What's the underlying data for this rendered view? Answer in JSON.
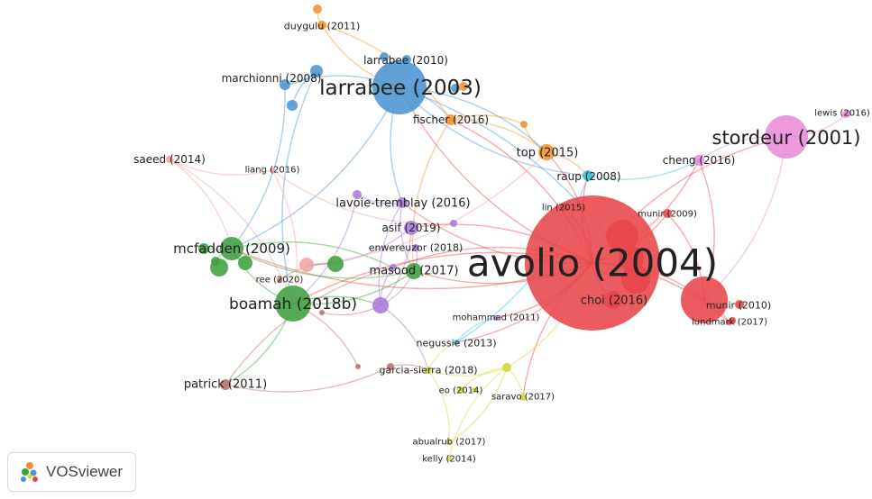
{
  "app": {
    "logo_text": "VOSviewer"
  },
  "clusters": {
    "red": "#e8454a",
    "blue": "#4a95d2",
    "green": "#3fa13f",
    "orange": "#f0922f",
    "purple": "#a77ad9",
    "pink": "#e98bd9",
    "cyan": "#3cc1df",
    "yellow": "#d4d63a",
    "brown": "#b8706a",
    "salmon": "#f0a3a0"
  },
  "nodes": [
    {
      "id": "avolio2004",
      "label": "avolio (2004)",
      "cluster": "red",
      "weight": 10
    },
    {
      "id": "choi2016",
      "label": "choi (2016)",
      "cluster": "red",
      "weight": 2
    },
    {
      "id": "munir2010",
      "label": "munir (2010)",
      "cluster": "red",
      "weight": 4
    },
    {
      "id": "munir2009",
      "label": "munir (2009)",
      "cluster": "red",
      "weight": 1
    },
    {
      "id": "lundmark2017",
      "label": "lundmark (2017)",
      "cluster": "red",
      "weight": 1
    },
    {
      "id": "lin2015",
      "label": "lin (2015)",
      "cluster": "red",
      "weight": 1
    },
    {
      "id": "larrabee2003",
      "label": "larrabee (2003)",
      "cluster": "blue",
      "weight": 6
    },
    {
      "id": "larrabee2010",
      "label": "larrabee (2010)",
      "cluster": "blue",
      "weight": 1
    },
    {
      "id": "marchionni2008",
      "label": "marchionni (2008)",
      "cluster": "blue",
      "weight": 1
    },
    {
      "id": "stordeur2001",
      "label": "stordeur (2001)",
      "cluster": "pink",
      "weight": 5
    },
    {
      "id": "lewis2016",
      "label": "lewis (2016)",
      "cluster": "pink",
      "weight": 1
    },
    {
      "id": "cheng2016",
      "label": "cheng (2016)",
      "cluster": "pink",
      "weight": 1
    },
    {
      "id": "fischer2016",
      "label": "fischer (2016)",
      "cluster": "orange",
      "weight": 1
    },
    {
      "id": "top2015",
      "label": "top (2015)",
      "cluster": "orange",
      "weight": 2
    },
    {
      "id": "duygulu2011",
      "label": "duygulu (2011)",
      "cluster": "orange",
      "weight": 1
    },
    {
      "id": "raup2008",
      "label": "raup (2008)",
      "cluster": "cyan",
      "weight": 1
    },
    {
      "id": "negussie2013",
      "label": "negussie (2013)",
      "cluster": "cyan",
      "weight": 1
    },
    {
      "id": "mcfadden2009",
      "label": "mcfadden (2009)",
      "cluster": "green",
      "weight": 2
    },
    {
      "id": "boamah2018b",
      "label": "boamah (2018b)",
      "cluster": "green",
      "weight": 4
    },
    {
      "id": "masood2017",
      "label": "masood (2017)",
      "cluster": "green",
      "weight": 1
    },
    {
      "id": "lavoie2016",
      "label": "lavoie-tremblay (2016)",
      "cluster": "purple",
      "weight": 1
    },
    {
      "id": "asif2019",
      "label": "asif (2019)",
      "cluster": "purple",
      "weight": 1
    },
    {
      "id": "enwereuzor2018",
      "label": "enwereuzor (2018)",
      "cluster": "purple",
      "weight": 1
    },
    {
      "id": "mohammad2011",
      "label": "mohammad (2011)",
      "cluster": "purple",
      "weight": 1
    },
    {
      "id": "garciasierra2018",
      "label": "garcia-sierra (2018)",
      "cluster": "yellow",
      "weight": 1
    },
    {
      "id": "eo2014",
      "label": "eo (2014)",
      "cluster": "yellow",
      "weight": 1
    },
    {
      "id": "saravo2017",
      "label": "saravo (2017)",
      "cluster": "yellow",
      "weight": 1
    },
    {
      "id": "abualrub2017",
      "label": "abualrub (2017)",
      "cluster": "yellow",
      "weight": 1
    },
    {
      "id": "kelly2014",
      "label": "kelly (2014)",
      "cluster": "yellow",
      "weight": 1
    },
    {
      "id": "patrick2011",
      "label": "patrick (2011)",
      "cluster": "brown",
      "weight": 1
    },
    {
      "id": "ree2020",
      "label": "ree (2020)",
      "cluster": "brown",
      "weight": 1
    },
    {
      "id": "saeed2014",
      "label": "saeed (2014)",
      "cluster": "salmon",
      "weight": 1
    },
    {
      "id": "liang2016",
      "label": "liang (2016)",
      "cluster": "salmon",
      "weight": 1
    }
  ]
}
